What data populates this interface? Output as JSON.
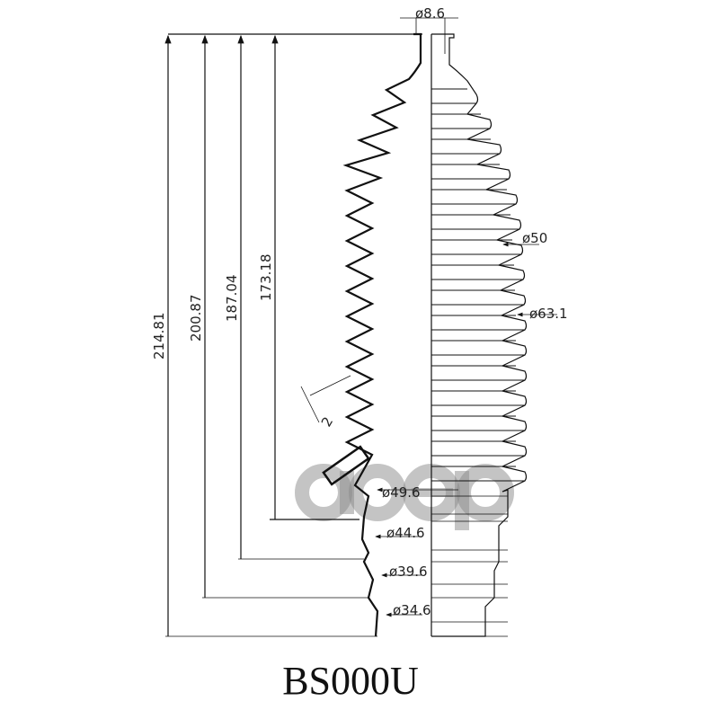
{
  "part_number": "BS000U",
  "watermark": "aoep",
  "colors": {
    "line": "#111111",
    "watermark": "#8a8a8a"
  },
  "heights": [
    {
      "label": "214.81"
    },
    {
      "label": "200.87"
    },
    {
      "label": "187.04"
    },
    {
      "label": "173.18"
    }
  ],
  "diameters": {
    "top": "ø8.6",
    "inner_rib": "ø50",
    "outer_rib": "ø63.1",
    "d1": "ø49.6",
    "d2": "ø44.6",
    "d3": "ø39.6",
    "d4": "ø34.6"
  },
  "wall_thickness": "2"
}
